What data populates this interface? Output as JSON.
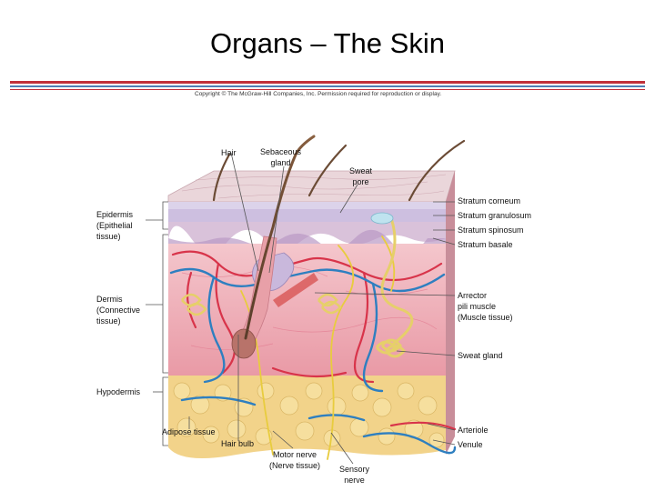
{
  "title": "Organs – The Skin",
  "copyright": "Copyright © The McGraw-Hill Companies, Inc. Permission required for reproduction or display.",
  "labels": {
    "hair": "Hair",
    "sebaceous_gland": "Sebaceous\ngland",
    "sweat_pore": "Sweat\npore",
    "stratum_corneum": "Stratum corneum",
    "stratum_granulosum": "Stratum granulosum",
    "stratum_spinosum": "Stratum spinosum",
    "stratum_basale": "Stratum basale",
    "epidermis": "Epidermis\n(Epithelial\ntissue)",
    "dermis": "Dermis\n(Connective\ntissue)",
    "arrector_pili": "Arrector\npili muscle\n(Muscle tissue)",
    "sweat_gland": "Sweat gland",
    "hypodermis": "Hypodermis",
    "adipose_tissue": "Adipose tissue",
    "hair_bulb": "Hair bulb",
    "motor_nerve": "Motor nerve\n(Nerve tissue)",
    "sensory_nerve": "Sensory\nnerve",
    "arteriole": "Arteriole",
    "venule": "Venule"
  },
  "colors": {
    "rule_red": "#c0303a",
    "rule_blue": "#4e7fb5",
    "epidermis": "#e8c8d4",
    "dermis": "#f0b8c0",
    "hypodermis": "#f2d38a",
    "vessel_red": "#d8344a",
    "vessel_blue": "#2e7fc0",
    "nerve_yellow": "#f0d860"
  }
}
